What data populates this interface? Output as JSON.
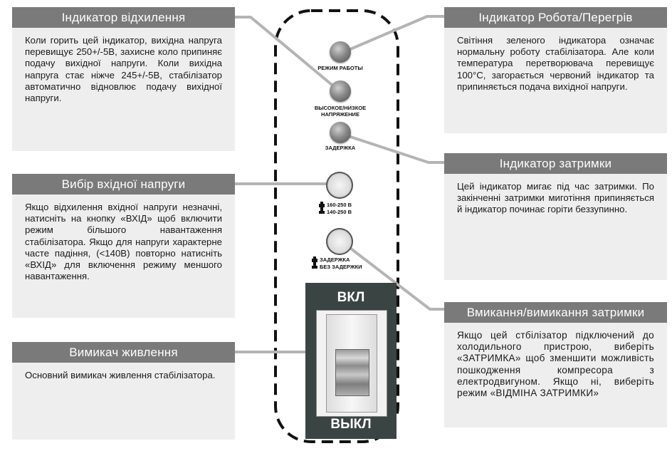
{
  "boxes": {
    "deviation": {
      "title": "Індикатор відхилення",
      "text": "Коли горить цей індикатор, вихідна напруга перевищує 250+/-5В, зaхисне коло припиняє подачу вихідної напруги. Коли вихідна напруга стає ніжче 245+/-5В, стабілізатор автоматично відновлює подачу вихідної напруги."
    },
    "input_select": {
      "title": "Вибір вхідної напруги",
      "text": "Якщо відхилення вхідної напруги незначні, натисніть на кнопку «ВХІД» щоб включити режим більшого навантаження стабілізатора. Якщо для напруги характерне часте падіння, (<140В) повторно натисніть «ВХІД» для включення режиму меншого навантаження."
    },
    "power_switch": {
      "title": "Вимикач живлення",
      "text": "Основний вимикач живлення стабілізатора."
    },
    "work_overheat": {
      "title": "Індикатор Робота/Перегрів",
      "text": "Світіння зеленого індикатора означає нормальну роботу стабілізатора. Але коли температура перетворювача перевищує 100°C, загорається червоний індикатор та припиняється подача вихідної напруги."
    },
    "delay_indicator": {
      "title": "Індикатор затримки",
      "text": "Цей індикатор мигає під час затримки. По закінченні затримки миготіння припиняється й індикатор починає горіти беззупинно."
    },
    "delay_toggle": {
      "title": "Вмикання/вимикання затримки",
      "text": "Якщо цей стбілізатор підключений до холодильного пристрою, виберіть «ЗАТРИМКА» щоб зменшити можливість пошкодження компресора з електродвигуном. Якщо ні, виберіть режим «ВІДМІНА ЗАТРИМКИ»"
    }
  },
  "panel": {
    "led_mode": "РЕЖИМ РАБОТЫ",
    "led_voltage_line1": "ВЫСОКОЕ/НИЗКОЕ",
    "led_voltage_line2": "НАПРЯЖЕНИЕ",
    "led_delay": "ЗАДЕРЖКА",
    "input_range_pressed": "160-250 В",
    "input_range_released": "140-250 В",
    "delay_pressed": "ЗАДЕРЖКА",
    "delay_released": "БЕЗ ЗАДЕРЖКИ",
    "switch_on": "ВКЛ",
    "switch_off": "ВЫКЛ"
  },
  "colors": {
    "header_bg": "#7a7a7a",
    "box_bg": "#eeeeee",
    "connector": "#b4b4b4",
    "switch_panel": "#3a4442"
  }
}
